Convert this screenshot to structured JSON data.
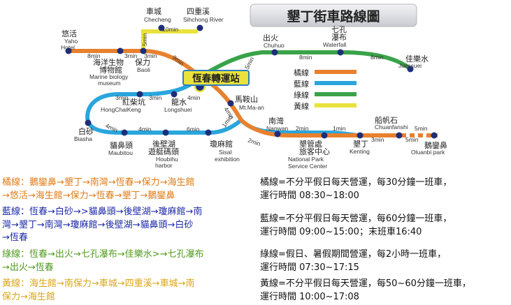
{
  "title": "墾丁街車路線圖",
  "hub": "恆春轉運站",
  "legend": [
    {
      "label": "橘線",
      "color": "#e8812e"
    },
    {
      "label": "藍線",
      "color": "#2aa6dc"
    },
    {
      "label": "綠線",
      "color": "#3aa34a"
    },
    {
      "label": "黃線",
      "color": "#e9e23c"
    }
  ],
  "stations": {
    "checheng": {
      "zh": "車城",
      "en": "Checheng"
    },
    "sichong": {
      "zh": "四重溪",
      "en": "Sihchong River"
    },
    "yaho": {
      "zh": "悠活",
      "en1": "Yaho",
      "en2": "Hotel"
    },
    "haisheng": {
      "zh1": "海洋生物",
      "zh2": "博物館",
      "en1": "Marine biology",
      "en2": "museum"
    },
    "baoli": {
      "zh": "保力",
      "en": "Baoli"
    },
    "chuhuo": {
      "zh": "出火",
      "en": "Chuhuo"
    },
    "waterfall": {
      "zh1": "七孔",
      "zh2": "瀑布",
      "en": "Waterfall"
    },
    "jialesuei": {
      "zh": "佳樂水",
      "en": "Jialesuei"
    },
    "hongchaikeng": {
      "zh": "紅柴坑",
      "en": "HongChaiKeng"
    },
    "longshuei": {
      "zh": "龍水",
      "en": "Longshuei"
    },
    "maanshan": {
      "zh": "馬鞍山",
      "en": "Mt.Ma-an"
    },
    "baisha": {
      "zh": "白砂",
      "en": "Biasha"
    },
    "maubitou": {
      "zh": "貓鼻頭",
      "en": "Maubitou"
    },
    "houbihu": {
      "zh1": "後壁湖",
      "zh2": "遊艇碼頭",
      "en1": "Houbihu",
      "en2": "harbor"
    },
    "sisal": {
      "zh": "瓊麻館",
      "en1": "Sisal",
      "en2": "exhibition"
    },
    "nanwan": {
      "zh": "南灣",
      "en": "Nanwan"
    },
    "npsc": {
      "zh1": "墾管處",
      "zh2": "旅客中心",
      "en1": "National Park",
      "en2": "Service Center"
    },
    "kenting": {
      "zh": "墾丁",
      "en": "Kenting"
    },
    "chuanfanshi": {
      "zh": "船帆石",
      "en": "Chuanfanshi"
    },
    "oluanbi": {
      "zh": "鵝鑾鼻",
      "en": "Oluanbi park"
    }
  },
  "segment_times": {
    "s1": "10min",
    "s2": "5min",
    "s3": "8min",
    "s4": "3min",
    "s5": "3min",
    "s6": "9min",
    "s7": "5min",
    "s8": "8min",
    "s9": "8min",
    "s10": "3min",
    "s11": "3min",
    "s12": "4min",
    "s13": "4min",
    "s14": "4min",
    "s15": "6min",
    "s16": "1min",
    "s17": "4min",
    "s18": "2min",
    "s19": "2min",
    "s20": "1min",
    "s21": "3min",
    "s22": "5min",
    "s23": "5min"
  },
  "routes": [
    {
      "line1": "橘線：鵝鑾鼻→墾丁→南灣→恆春→保力→海生館",
      "line2": "→悠活→海生館→保力→恆春→墾丁→鵝鑾鼻",
      "color": "#e07b18"
    },
    {
      "line1": "藍線：恆春→白砂→>貓鼻頭→後壁湖→瓊麻館→南",
      "line2": "灣→墾丁→南灣→瓊麻館→後壁湖→貓鼻頭→白砂",
      "line3": "→恆春",
      "color": "#1e2aa8"
    },
    {
      "line1": "綠線：恆春→出火→七孔瀑布→佳樂水>→七孔瀑布",
      "line2": "→出火→恆春",
      "color": "#4f9a1c"
    },
    {
      "line1": "黃線：海生館→南保力→車城→四重溪→車城→南",
      "line2": "保力→海生館",
      "color": "#d8a618"
    }
  ],
  "schedules": [
    {
      "line1": "橘線=不分平假日每天營運，每30分鐘一班車，",
      "line2": "運行時間 08:30~18:00"
    },
    {
      "line1": "藍線=不分平假日每天營運，每60分鐘一班車，",
      "line2": "運行時間 09:00~15:00；末班車16:40"
    },
    {
      "line1": "綠線=假日、暑假期間營運，每2小時一班車，",
      "line2": "運行時間 07:30~17:15"
    },
    {
      "line1": "黃線=不分平假日每天營運，每50~60分鐘一班車，",
      "line2": "運行時間 10:00~17:08"
    }
  ]
}
